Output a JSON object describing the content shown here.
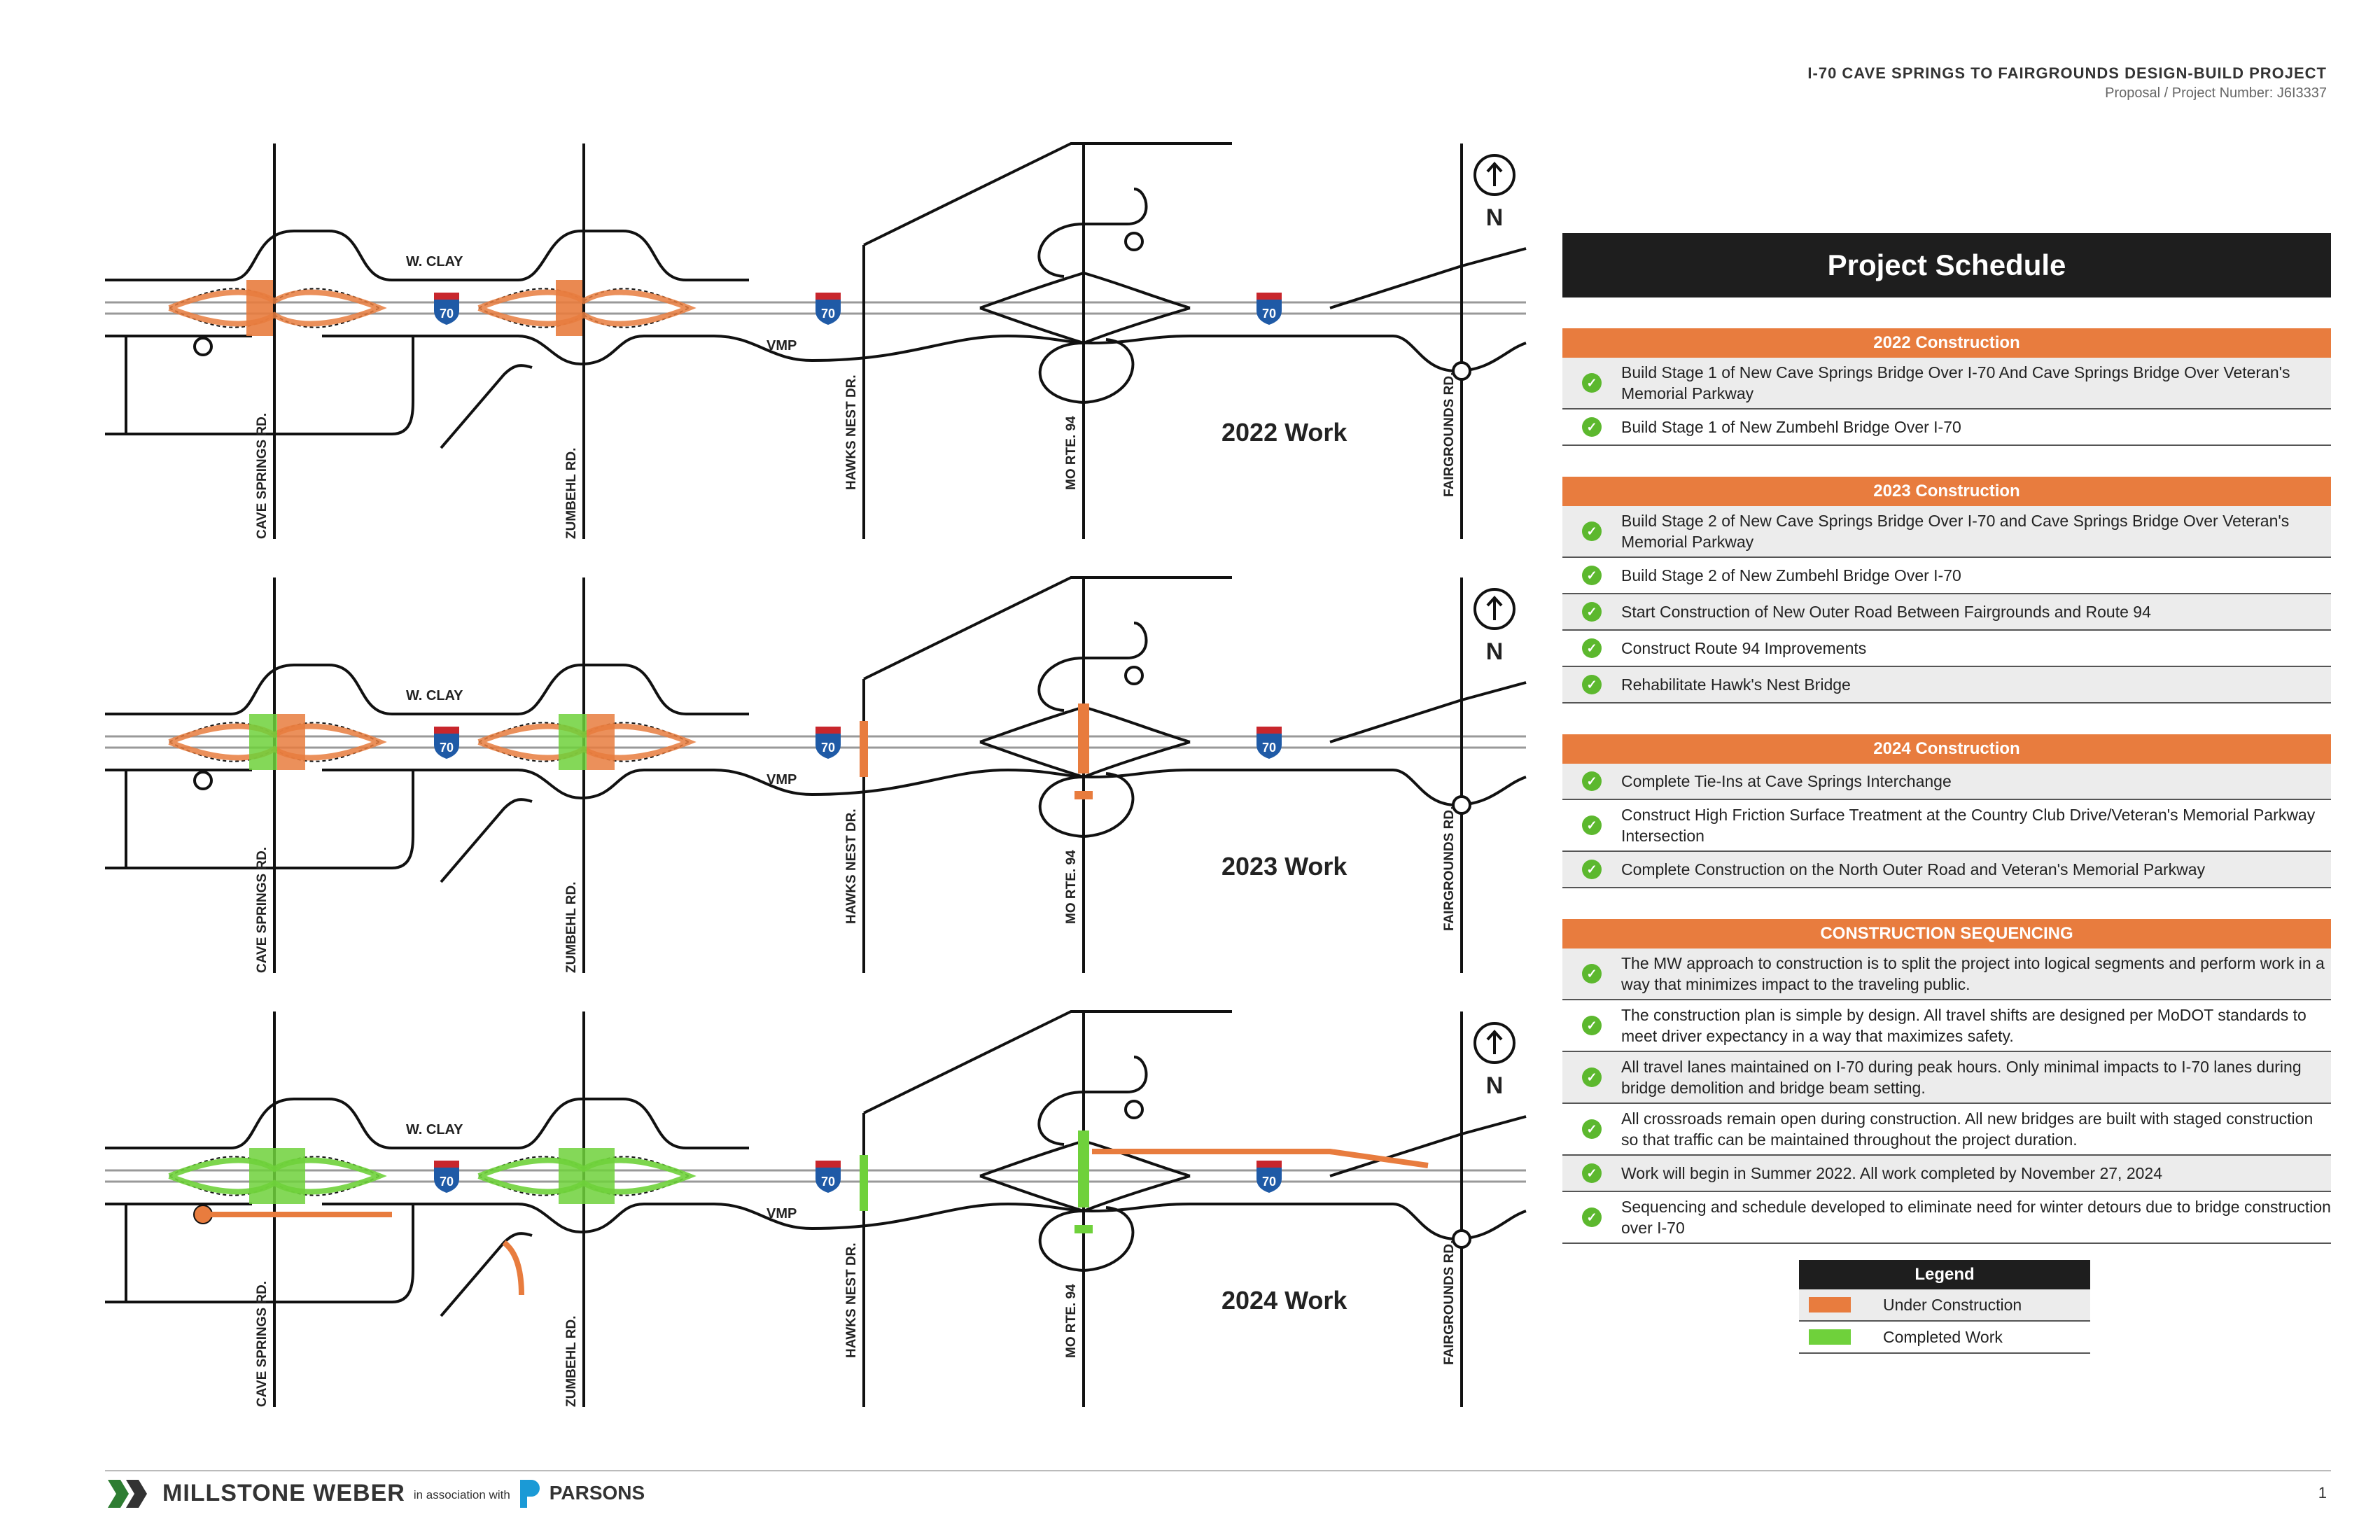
{
  "header": {
    "project_title": "I-70 CAVE SPRINGS TO FAIRGROUNDS DESIGN-BUILD PROJECT",
    "proposal_line": "Proposal / Project Number: J6I3337"
  },
  "maps": {
    "road_labels": {
      "w_clay": "W. CLAY",
      "vmp": "VMP",
      "cave_springs": "CAVE SPRINGS RD.",
      "zumbehl": "ZUMBEHL RD.",
      "hawks_nest": "HAWKS NEST DR.",
      "mo_rte_94": "MO RTE. 94",
      "fairgrounds": "FAIRGROUNDS RD.",
      "interstate": "70",
      "north": "N"
    },
    "panels": [
      {
        "title": "2022 Work"
      },
      {
        "title": "2023 Work"
      },
      {
        "title": "2024 Work"
      }
    ]
  },
  "schedule": {
    "title": "Project Schedule",
    "sections": [
      {
        "heading": "2022 Construction",
        "items": [
          "Build Stage 1 of New Cave Springs Bridge Over I-70 And Cave Springs Bridge Over Veteran's Memorial Parkway",
          "Build Stage 1 of New Zumbehl Bridge Over I-70"
        ]
      },
      {
        "heading": "2023 Construction",
        "items": [
          "Build Stage 2 of New Cave Springs Bridge Over I-70 and Cave Springs Bridge Over Veteran's Memorial Parkway",
          "Build Stage 2 of New Zumbehl Bridge Over I-70",
          "Start Construction of New Outer Road Between Fairgrounds and Route 94",
          "Construct Route 94 Improvements",
          "Rehabilitate Hawk's Nest Bridge"
        ]
      },
      {
        "heading": "2024 Construction",
        "items": [
          "Complete Tie-Ins at Cave Springs Interchange",
          "Construct High Friction Surface Treatment at the Country Club Drive/Veteran's Memorial Parkway Intersection",
          "Complete Construction on the North Outer Road and Veteran's Memorial Parkway"
        ]
      },
      {
        "heading": "CONSTRUCTION SEQUENCING",
        "items": [
          "The MW approach to construction is to split the project into logical segments and perform work in a way that minimizes impact to the traveling public.",
          "The construction plan is simple by design. All travel shifts are designed per MoDOT standards to meet driver expectancy in a way that maximizes safety.",
          "All travel lanes maintained on I-70 during peak hours. Only minimal impacts to I-70 lanes during bridge demolition and bridge beam setting.",
          "All crossroads remain open during construction. All new bridges are built with staged construction so that traffic can be maintained throughout the project duration.",
          "Work will begin in Summer 2022. All work completed by November 27, 2024",
          "Sequencing and schedule developed to eliminate need for winter detours due to bridge construction over I-70"
        ]
      }
    ]
  },
  "legend": {
    "title": "Legend",
    "items": [
      {
        "label": "Under Construction",
        "color": "#e87c3e"
      },
      {
        "label": "Completed Work",
        "color": "#6fd13b"
      }
    ]
  },
  "colors": {
    "orange": "#e87c3e",
    "green": "#6fd13b",
    "check": "#5cb82e",
    "interstate_blue": "#1f5aa6",
    "interstate_red": "#c8262c"
  },
  "footer": {
    "logo": "MILLSTONE WEBER",
    "association": "in association with",
    "partner": "PARSONS",
    "page_number": "1"
  }
}
